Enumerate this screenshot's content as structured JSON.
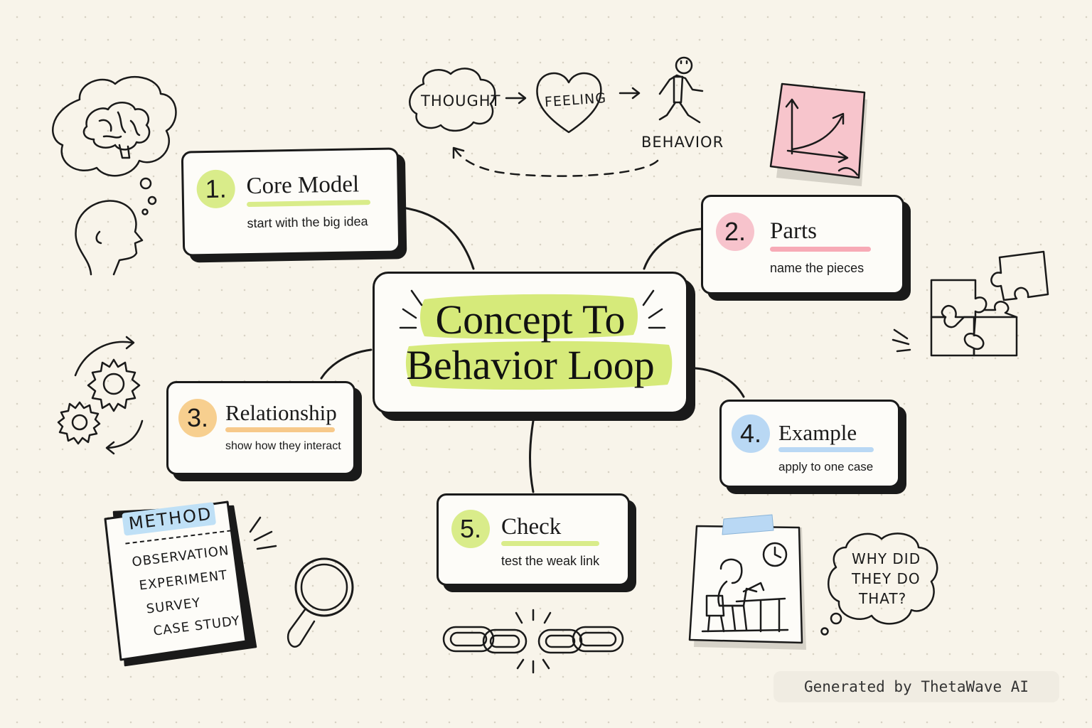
{
  "center": {
    "title_line1": "Concept To",
    "title_line2": "Behavior Loop",
    "highlight_color": "#d6ea7a"
  },
  "nodes": [
    {
      "number": "1.",
      "title": "Core Model",
      "subtitle": "start with the big idea",
      "color": "#d9ec8a"
    },
    {
      "number": "2.",
      "title": "Parts",
      "subtitle": "name the pieces",
      "color": "#f7c3cc"
    },
    {
      "number": "3.",
      "title": "Relationship",
      "subtitle": "show how they interact",
      "color": "#f7cf8f"
    },
    {
      "number": "4.",
      "title": "Example",
      "subtitle": "apply to one case",
      "color": "#b9d8f4"
    },
    {
      "number": "5.",
      "title": "Check",
      "subtitle": "test the weak link",
      "color": "#d9ec8a"
    }
  ],
  "loop": {
    "thought": "THOUGHT",
    "feeling": "FEELING",
    "behavior": "BEHAVIOR"
  },
  "method_card": {
    "heading": "METHOD",
    "items": [
      "OBSERVATION",
      "EXPERIMENT",
      "SURVEY",
      "CASE STUDY"
    ],
    "heading_color": "#bfe0f6"
  },
  "question_bubble": {
    "line1": "WHY DID",
    "line2": "THEY DO",
    "line3": "THAT?"
  },
  "footer": {
    "text": "Generated by ThetaWave AI"
  },
  "icons": [
    "brain-thought-cloud-icon",
    "head-profile-icon",
    "gears-cycle-icon",
    "magnifying-glass-icon",
    "broken-chain-icon",
    "growth-chart-sticky-icon",
    "puzzle-pieces-icon",
    "person-at-desk-icon",
    "walking-person-icon",
    "heart-icon",
    "cloud-icon"
  ]
}
